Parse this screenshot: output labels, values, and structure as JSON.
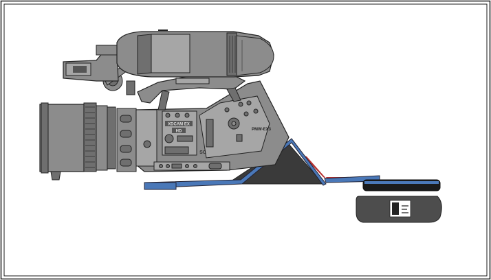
{
  "illustration": {
    "subject": "camcorder-on-shoulder-rig",
    "labels": {
      "brand": "SONY",
      "model": "PMW-EX3",
      "badge_top": "XDCAM EX",
      "badge_bottom": "HD"
    },
    "colors": {
      "frame_border": "#1a1a1a",
      "body_fill": "#8c8c8c",
      "body_dark": "#6f6f6f",
      "body_light": "#a6a6a6",
      "outline": "#222222",
      "rig_blue": "#4a78b8",
      "rig_dark": "#3a3a3a",
      "red_accent": "#b73030",
      "pad_fill": "#4d4d4d",
      "pad_cap": "#1a1a1a"
    }
  }
}
